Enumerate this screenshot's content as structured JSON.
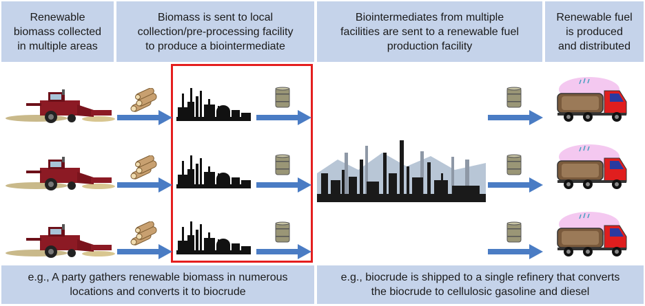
{
  "headers": {
    "step1": "Renewable\nbiomass collected\nin multiple areas",
    "step2": "Biomass is sent to local\ncollection/pre-processing facility\nto produce a biointermediate",
    "step3": "Biointermediates from multiple\nfacilities are sent to a renewable fuel\nproduction facility",
    "step4": "Renewable fuel\nis produced\nand distributed"
  },
  "footers": {
    "left": "e.g., A party gathers renewable biomass in numerous\nlocations and converts it to biocrude",
    "right": "e.g., biocrude is shipped to a single refinery that converts\nthe biocrude to cellulosic gasoline and diesel"
  },
  "icons": {
    "harvester": "combine-harvester-icon",
    "logs": "log-pile-icon",
    "factory": "factory-silhouette-icon",
    "barrel": "barrel-icon",
    "refinery": "refinery-skyline-icon",
    "truck": "tanker-truck-icon",
    "arrow": "arrow-right-icon"
  },
  "colors": {
    "box_bg": "#c5d3ea",
    "arrow": "#4a7cc4",
    "highlight_border": "#e41e1e",
    "harvester": "#8c1a24",
    "truck_cab": "#e01e1e",
    "tank": "#7a5a3c"
  }
}
